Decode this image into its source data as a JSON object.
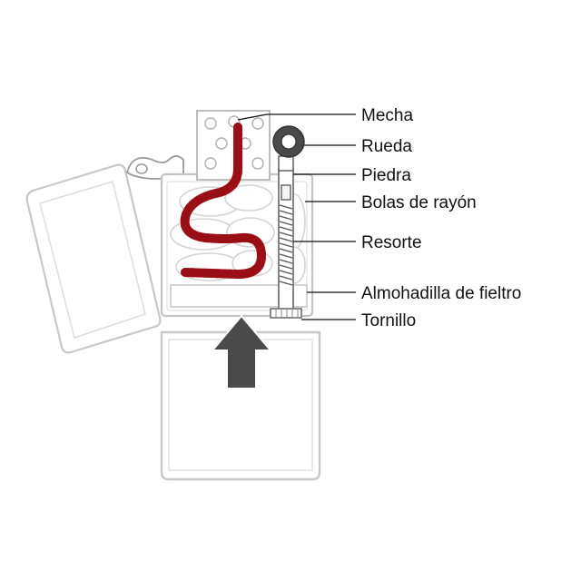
{
  "labels": {
    "mecha": "Mecha",
    "rueda": "Rueda",
    "piedra": "Piedra",
    "bolas": "Bolas de rayón",
    "resorte": "Resorte",
    "almohadilla": "Almohadilla de fieltro",
    "tornillo": "Tornillo"
  },
  "colors": {
    "wick": "#c0161c",
    "outline": "#c8c8c8",
    "dark_outline": "#555555",
    "arrow": "#4a4a4a",
    "text": "#111111"
  }
}
